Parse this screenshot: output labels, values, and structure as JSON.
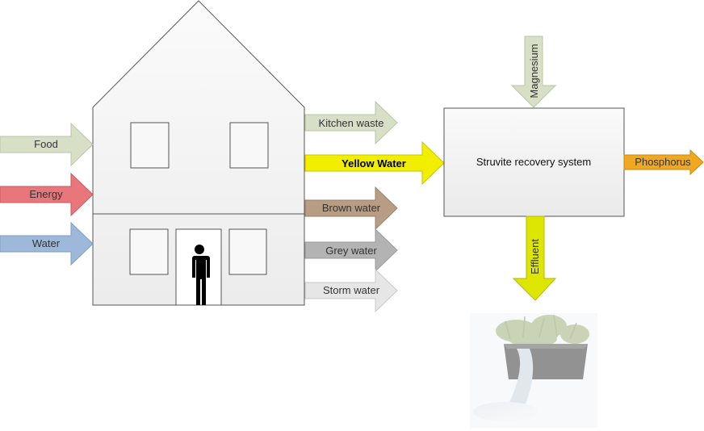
{
  "inputs": [
    {
      "label": "Food",
      "color": "#d7e0c7",
      "stroke": "#b9c6a4",
      "text_color": "#333333"
    },
    {
      "label": "Energy",
      "color": "#e8767a",
      "stroke": "#c85a5e",
      "text_color": "#333333"
    },
    {
      "label": "Water",
      "color": "#9db8d8",
      "stroke": "#7f9fc4",
      "text_color": "#333333"
    }
  ],
  "outputs": [
    {
      "label": "Kitchen waste",
      "color": "#d7e0c7",
      "stroke": "#b9c6a4",
      "text_color": "#333333"
    },
    {
      "label": "Yellow Water",
      "color": "#f2ee00",
      "stroke": "#c9c400",
      "text_color": "#000000"
    },
    {
      "label": "Brown water",
      "color": "#b89d85",
      "stroke": "#9a816b",
      "text_color": "#333333"
    },
    {
      "label": "Grey water",
      "color": "#b3b3b3",
      "stroke": "#999999",
      "text_color": "#333333"
    },
    {
      "label": "Storm water",
      "color": "#e6e6e6",
      "stroke": "#c8c8c8",
      "text_color": "#333333"
    }
  ],
  "system": {
    "label": "Struvite recovery system"
  },
  "magnesium": {
    "label": "Magnesium",
    "color": "#d7e0c7",
    "stroke": "#b9c6a4"
  },
  "effluent": {
    "label": "Effluent",
    "color": "#dde600",
    "stroke": "#b5bb00"
  },
  "phosphorus": {
    "label": "Phosphorus",
    "color": "#f0a820",
    "stroke": "#c98a12"
  },
  "colors": {
    "house_fill": "#f6f6f6",
    "house_stroke": "#555555",
    "box_fill": "#f6f6f6"
  }
}
